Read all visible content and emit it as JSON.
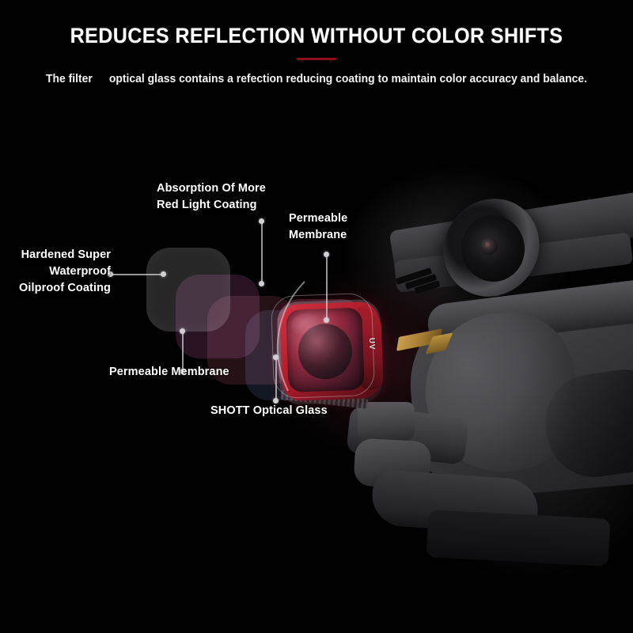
{
  "header": {
    "title": "REDUCES REFLECTION WITHOUT COLOR SHIFTS",
    "subtitle_part1": "The filter",
    "subtitle_part2": "optical glass contains a refection reducing coating to maintain color accuracy and balance.",
    "divider_color": "#8d1016"
  },
  "callouts": {
    "hardened": "Hardened Super\nWaterproof\nOilproof Coating",
    "absorption": "Absorption Of More\nRed Light Coating",
    "permeable_right": "Permeable\nMembrane",
    "permeable_bottom": "Permeable Membrane",
    "shott": "SHOTT Optical Glass"
  },
  "product": {
    "filter_marking": "UV",
    "frame_color": "#b21f2d",
    "accent_gold": "#caa14e",
    "body_color": "#3e3e42"
  },
  "layers": [
    {
      "name": "hardened-super-waterproof-oilproof-coating",
      "color": "rgba(148,148,152,.26)"
    },
    {
      "name": "permeable-membrane-front",
      "color": "rgba(150,70,132,.26)"
    },
    {
      "name": "absorption-red-light-coating",
      "color": "rgba(120,56,70,.30)"
    },
    {
      "name": "permeable-membrane-rear",
      "color": "rgba(60,72,108,.32)"
    },
    {
      "name": "shott-optical-glass",
      "color": "rgba(176,86,124,.30)"
    }
  ],
  "background": {
    "color": "#010101"
  }
}
